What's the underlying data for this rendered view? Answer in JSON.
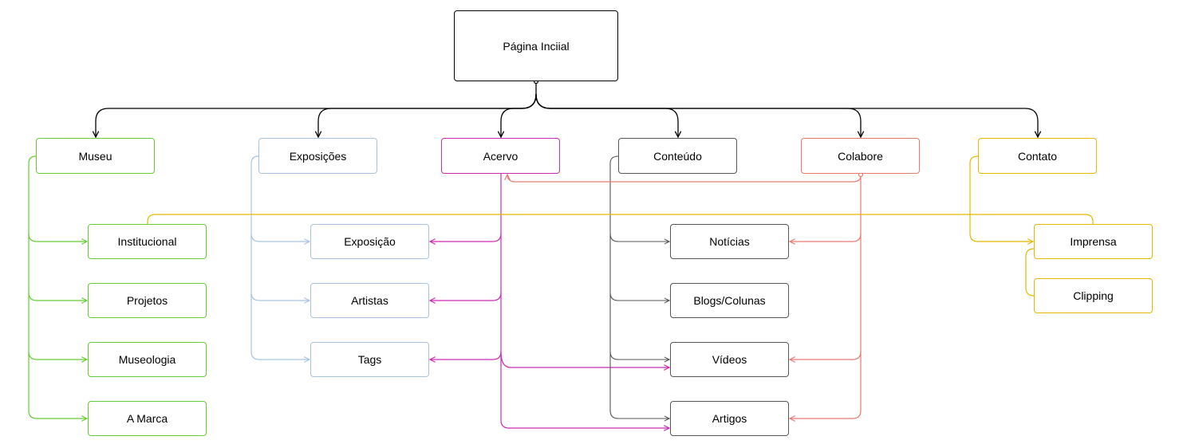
{
  "nodes": {
    "root": "Página Inciial",
    "museu": "Museu",
    "exposicoes": "Exposições",
    "acervo": "Acervo",
    "conteudo": "Conteúdo",
    "colabore": "Colabore",
    "contato": "Contato",
    "institucional": "Institucional",
    "projetos": "Projetos",
    "museologia": "Museologia",
    "amarca": "A Marca",
    "exposicao": "Exposição",
    "artistas": "Artistas",
    "tags": "Tags",
    "noticias": "Notícias",
    "blogs": "Blogs/Colunas",
    "videos": "Vídeos",
    "artigos": "Artigos",
    "imprensa": "Imprensa",
    "clipping": "Clipping"
  },
  "colors": {
    "root": "#000000",
    "museu": "#66cc33",
    "exposicoes": "#a9c4df",
    "acervo": "#cc2bb5",
    "conteudo": "#555555",
    "colabore": "#e87a72",
    "contato": "#e6b800"
  }
}
